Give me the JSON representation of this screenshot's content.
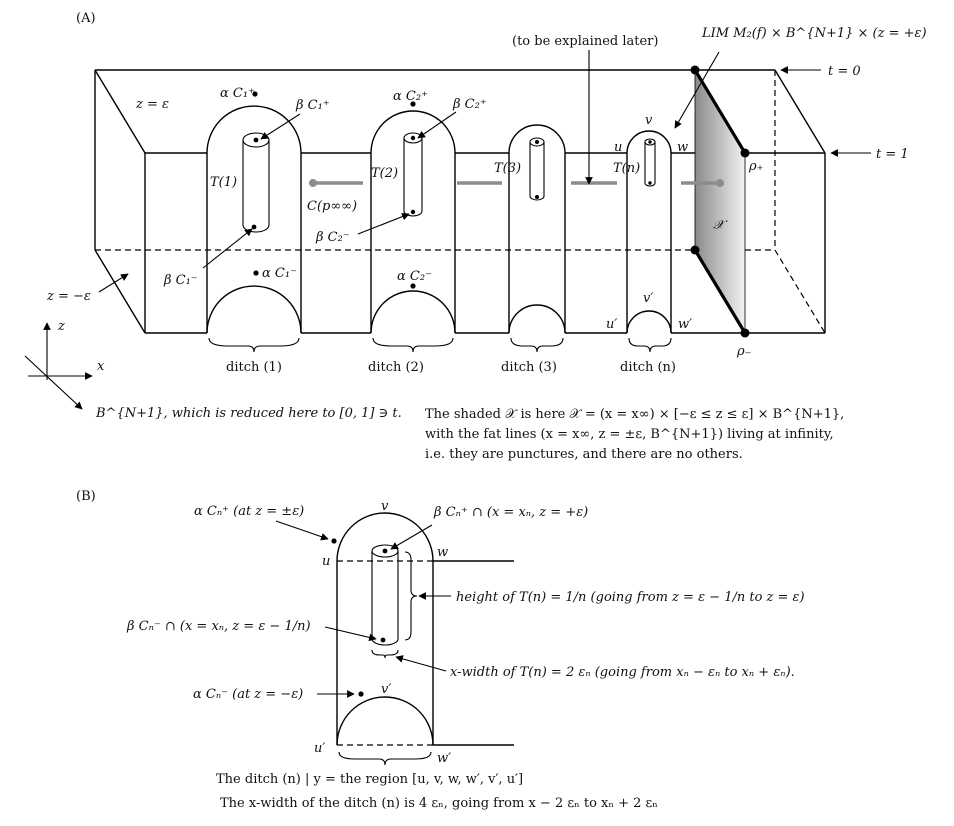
{
  "panel_a": {
    "tag": "(A)",
    "lim_label": "LIM M₂(f) × B^{N+1} × (z = +ε)",
    "explained_later": "(to be explained later)",
    "t0": "t = 0",
    "t1": "t = 1",
    "z_eps": "z = ε",
    "z_neg_eps": "z = −ε",
    "alpha_c1_plus": "α C₁⁺",
    "beta_c1_plus": "β C₁⁺",
    "alpha_c2_plus": "α C₂⁺",
    "beta_c2_plus": "β C₂⁺",
    "alpha_c1_minus": "α C₁⁻",
    "beta_c1_minus": "β C₁⁻",
    "alpha_c2_minus": "α C₂⁻",
    "beta_c2_minus": "β C₂⁻",
    "t_1": "T(1)",
    "t_2": "T(2)",
    "t_3": "T(3)",
    "t_n": "T(n)",
    "c_p": "C(p∞∞)",
    "u": "u",
    "v": "v",
    "w": "w",
    "u_prime": "u′",
    "v_prime": "v′",
    "w_prime": "w′",
    "rho_plus": "ρ₊",
    "rho_minus": "ρ₋",
    "x_calligraphic": "𝒳",
    "ditch_1": "ditch (1)",
    "ditch_2": "ditch (2)",
    "ditch_3": "ditch (3)",
    "ditch_n": "ditch (n)",
    "axis_z": "z",
    "axis_x": "x",
    "b_label": "B^{N+1}, which is reduced here to [0, 1] ∋ t.",
    "shaded_line1": "The shaded 𝒳 is here 𝒳 = (x = x∞) × [−ε ≤ z ≤ ε] × B^{N+1},",
    "shaded_line2": "with the fat lines (x = x∞, z = ±ε, B^{N+1}) living at infinity,",
    "shaded_line3": "i.e. they are punctures, and there are no others."
  },
  "panel_b": {
    "tag": "(B)",
    "alpha_cn_plus": "α Cₙ⁺ (at z = ±ε)",
    "beta_cn_plus": "β Cₙ⁺ ∩ (x = xₙ, z = +ε)",
    "v": "v",
    "u": "u",
    "w": "w",
    "height": "height of T(n) = 1/n (going from z = ε − 1/n to z = ε)",
    "beta_cn_minus": "β Cₙ⁻ ∩ (x = xₙ, z = ε − 1/n)",
    "xwidth": "x-width of T(n) = 2 εₙ (going from xₙ − εₙ to xₙ + εₙ).",
    "alpha_cn_minus": "α Cₙ⁻ (at z = −ε)",
    "v_prime": "v′",
    "u_prime": "u′",
    "w_prime": "w′",
    "caption1": "The ditch (n) | y = the region [u, v, w, w′, v′, u′]",
    "caption2": "The x-width of the ditch (n) is 4 εₙ, going from x − 2 εₙ to xₙ + 2 εₙ"
  },
  "colors": {
    "ink": "#000000",
    "shade_dark": "#8a8a8a",
    "shade_light": "#f2f2f2",
    "grey_line": "#8c8c8c"
  }
}
